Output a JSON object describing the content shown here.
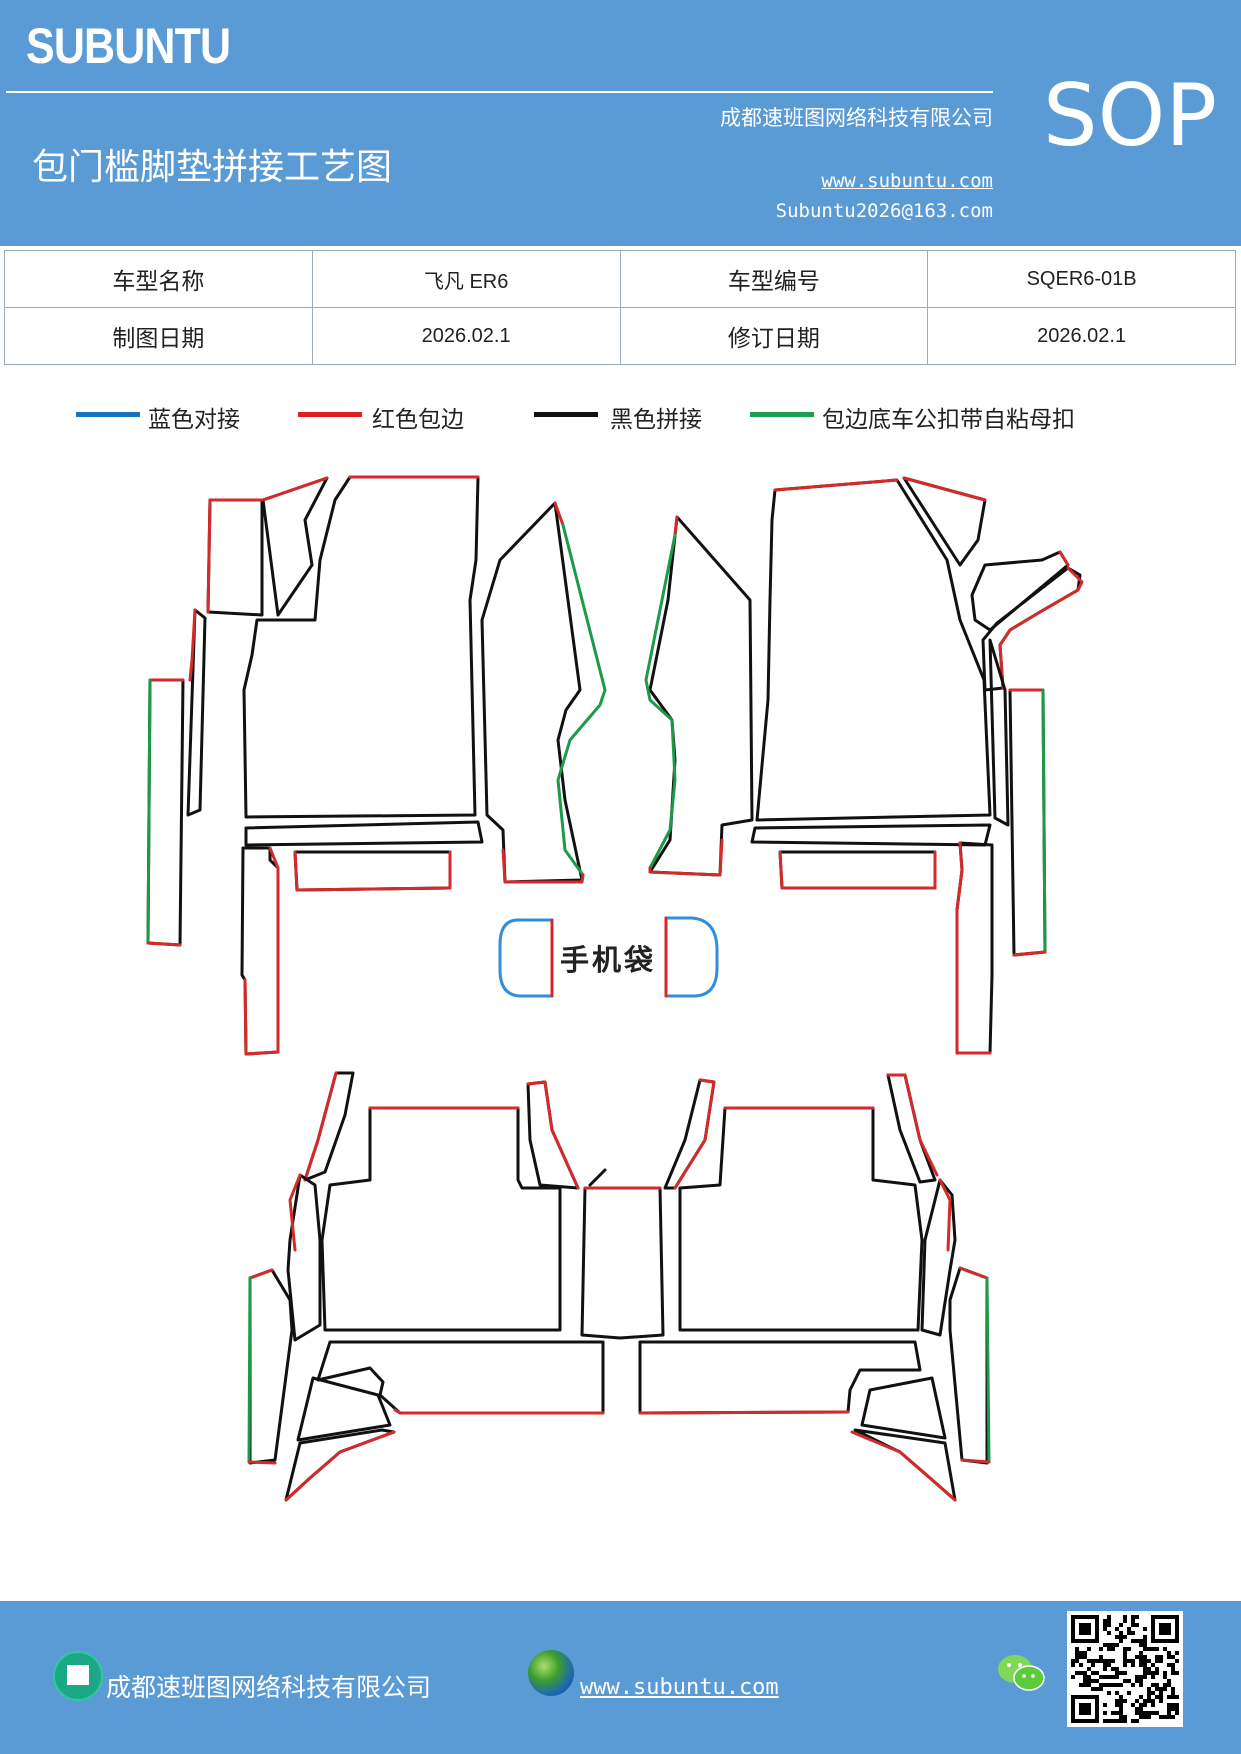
{
  "header": {
    "logo": "SUBUNTU",
    "title": "包门槛脚垫拼接工艺图",
    "company": "成都速班图网络科技有限公司",
    "website": "www.subuntu.com",
    "email": "Subuntu2026@163.com",
    "badge": "SOP"
  },
  "info_table": {
    "model_name_label": "车型名称",
    "model_name_value": "飞凡  ER6",
    "model_code_label": "车型编号",
    "model_code_value": "SQER6-01B",
    "draw_date_label": "制图日期",
    "draw_date_value": "2026.02.1",
    "revise_date_label": "修订日期",
    "revise_date_value": "2026.02.1"
  },
  "legend": [
    {
      "label": "蓝色对接",
      "color": "#1a72c2"
    },
    {
      "label": "红色包边",
      "color": "#e02020"
    },
    {
      "label": "黑色拼接",
      "color": "#111111"
    },
    {
      "label": "包边底车公扣带自粘母扣",
      "color": "#1aa050"
    }
  ],
  "diagram": {
    "phone_pocket_label": "手机袋",
    "colors": {
      "blue": "#2f8fdc",
      "red": "#d42a2a",
      "black": "#111111",
      "green": "#1c9a4a"
    }
  },
  "footer": {
    "company": "成都速班图网络科技有限公司",
    "website": "www.subuntu.com "
  }
}
